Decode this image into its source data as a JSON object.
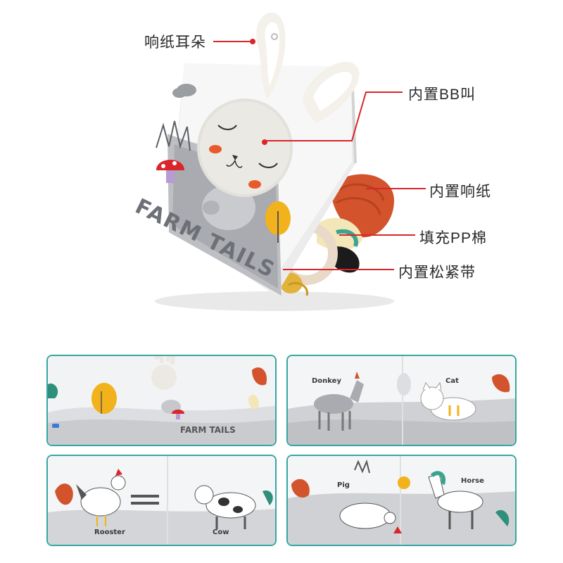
{
  "callouts": {
    "ears": "响纸耳朵",
    "squeaker": "内置BB叫",
    "crinkle": "内置响纸",
    "filling": "填充PP棉",
    "strap": "内置松紧带"
  },
  "book": {
    "cover_title": "FARM TAILS"
  },
  "pages": [
    {
      "title": "FARM TAILS"
    },
    {
      "left": "Donkey",
      "right": "Cat"
    },
    {
      "left": "Rooster",
      "right": "Cow"
    },
    {
      "left": "Pig",
      "right": "Horse"
    }
  ],
  "colors": {
    "accent_line": "#d9262b",
    "thumb_border": "#35a7a2",
    "tail_orange": "#d2532c"
  }
}
